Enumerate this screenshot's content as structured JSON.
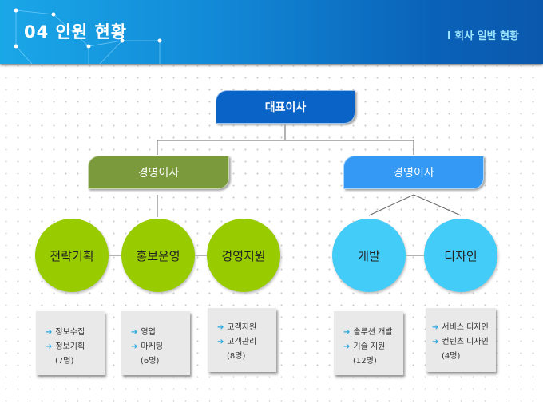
{
  "header": {
    "title": "04  인원 현황",
    "section": "Ⅰ  회사 일반 현황"
  },
  "org": {
    "ceo": "대표이사",
    "left_director": "경영이사",
    "right_director": "경영이사",
    "departments": [
      {
        "name": "전략기획",
        "items": [
          "정보수집",
          "정보기획"
        ],
        "count": "(7명)"
      },
      {
        "name": "홍보운영",
        "items": [
          "영업",
          "마케팅"
        ],
        "count": "(6명)"
      },
      {
        "name": "경영지원",
        "items": [
          "고객지원",
          "고객관리"
        ],
        "count": "(8명)"
      },
      {
        "name": "개발",
        "items": [
          "솔루션 개발",
          "기술 지원"
        ],
        "count": "(12명)"
      },
      {
        "name": "디자인",
        "items": [
          "서비스 디자인",
          "컨텐츠 디자인"
        ],
        "count": "(4명)"
      }
    ],
    "arrow": "➔"
  },
  "colors": {
    "ceo": "#0a64c8",
    "left": "#7a9a3c",
    "right": "#3399f5",
    "green_circle": "#99cc00",
    "blue_circle": "#44ccf8"
  }
}
